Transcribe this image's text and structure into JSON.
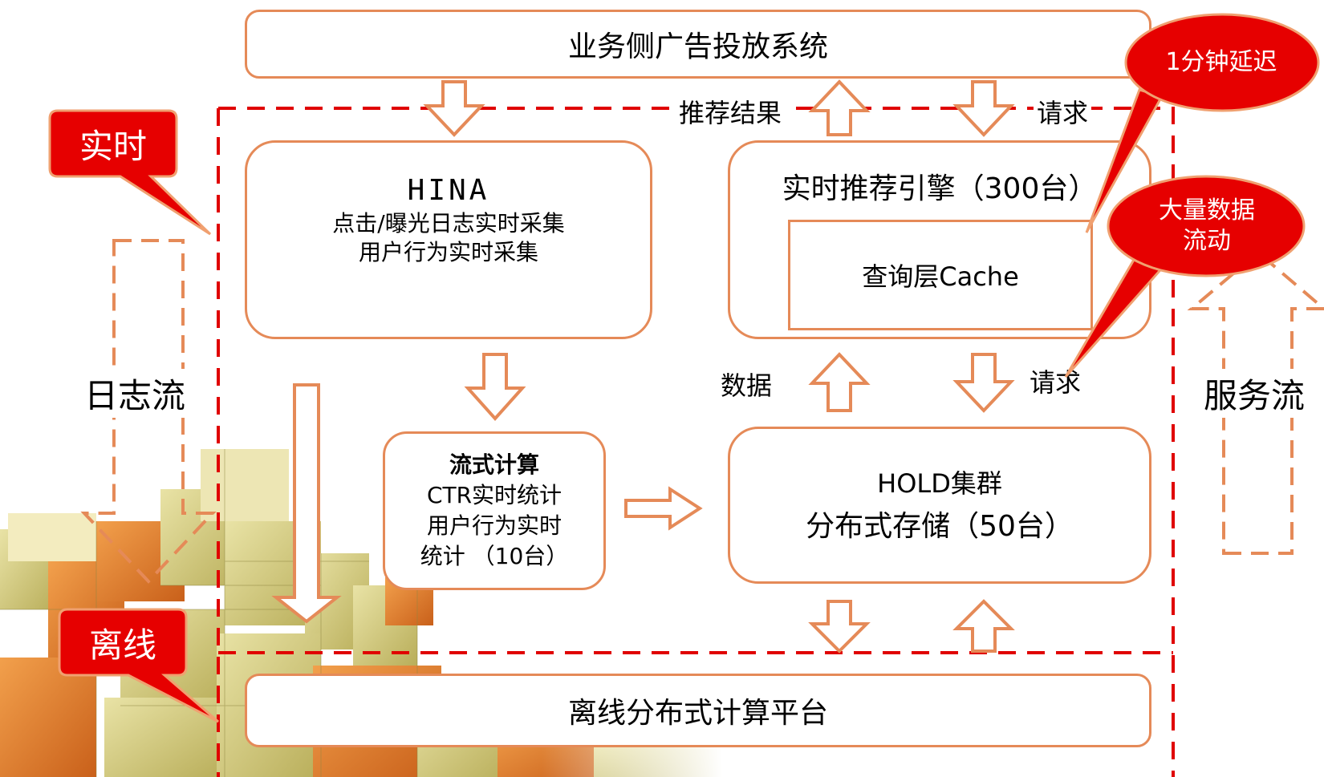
{
  "top_system": "业务侧广告投放系统",
  "hina": {
    "title": "HINA",
    "line1": "点击/曝光日志实时采集",
    "line2": "用户行为实时采集"
  },
  "engine": {
    "title": "实时推荐引擎（300台）",
    "cache": "查询层Cache"
  },
  "stream": {
    "title": "流式计算",
    "line1": "CTR实时统计",
    "line2": "用户行为实时",
    "line3": "统计 （10台）"
  },
  "hold": {
    "line1": "HOLD集群",
    "line2": "分布式存储（50台）"
  },
  "offline_platform": "离线分布式计算平台",
  "labels": {
    "recommend_result": "推荐结果",
    "request_top": "请求",
    "data": "数据",
    "request_mid": "请求",
    "log_flow": "日志流",
    "service_flow": "服务流"
  },
  "callouts": {
    "realtime": "实时",
    "offline": "离线",
    "delay": "1分钟延迟",
    "data_flow": "大量数据流动"
  },
  "colors": {
    "box_border": "#e58a58",
    "arrow": "#e58a58",
    "dash_red": "#e00000",
    "callout_red": "#e60000"
  }
}
